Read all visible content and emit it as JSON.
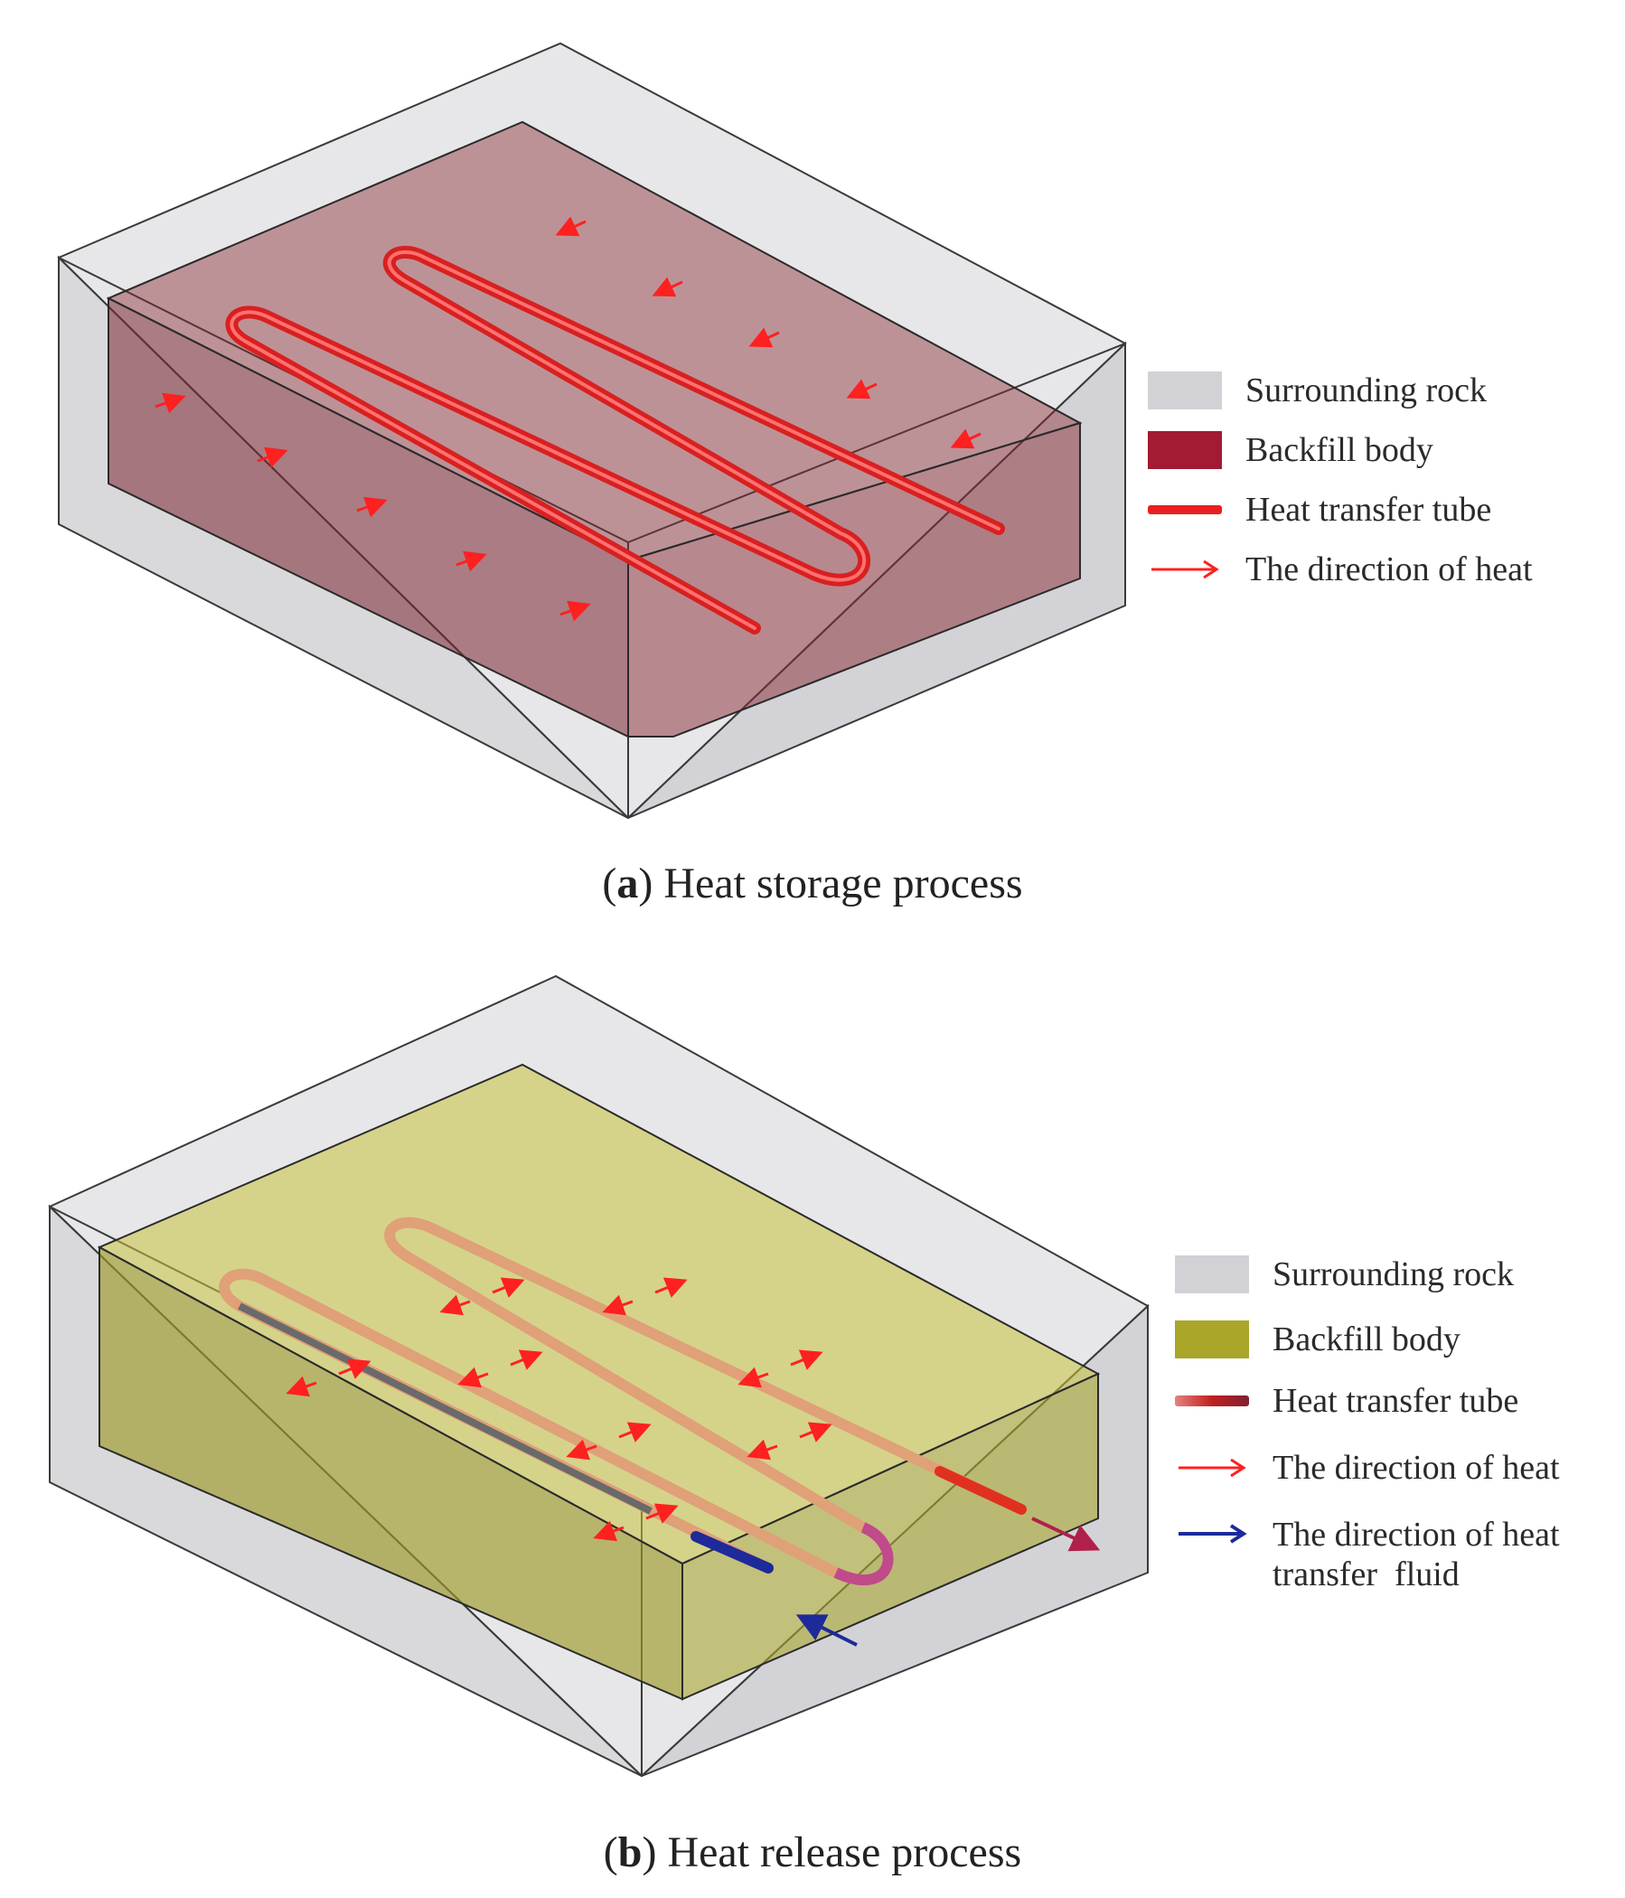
{
  "colors": {
    "rock_fill": "#c9c9cf",
    "rock_edge": "#4a4a4a",
    "backfill_a": "#8a2a33",
    "backfill_b": "#a9a830",
    "tube_red": "#e32020",
    "tube_b": "#e8a070",
    "heat_arrow": "#ff2020",
    "fluid_arrow": "#1e2a9a",
    "outlet_arrow": "#b0204a"
  },
  "panel_a": {
    "legend": [
      {
        "label": "Surrounding rock",
        "swatch": "rock"
      },
      {
        "label": "Backfill body",
        "swatch": "backfill"
      },
      {
        "label": "Heat transfer tube",
        "swatch": "tube"
      },
      {
        "label": "The direction of heat",
        "swatch": "heat-arrow"
      }
    ],
    "caption_letter": "a",
    "caption_text": "Heat storage process"
  },
  "panel_b": {
    "legend": [
      {
        "label": "Surrounding rock",
        "swatch": "rock"
      },
      {
        "label": "Backfill body",
        "swatch": "backfill"
      },
      {
        "label": "Heat transfer tube",
        "swatch": "tube"
      },
      {
        "label": "The direction of heat",
        "swatch": "heat-arrow"
      },
      {
        "label": "The direction of heat",
        "label2": "transfer  fluid",
        "swatch": "fluid-arrow"
      }
    ],
    "caption_letter": "b",
    "caption_text": "Heat release process"
  }
}
